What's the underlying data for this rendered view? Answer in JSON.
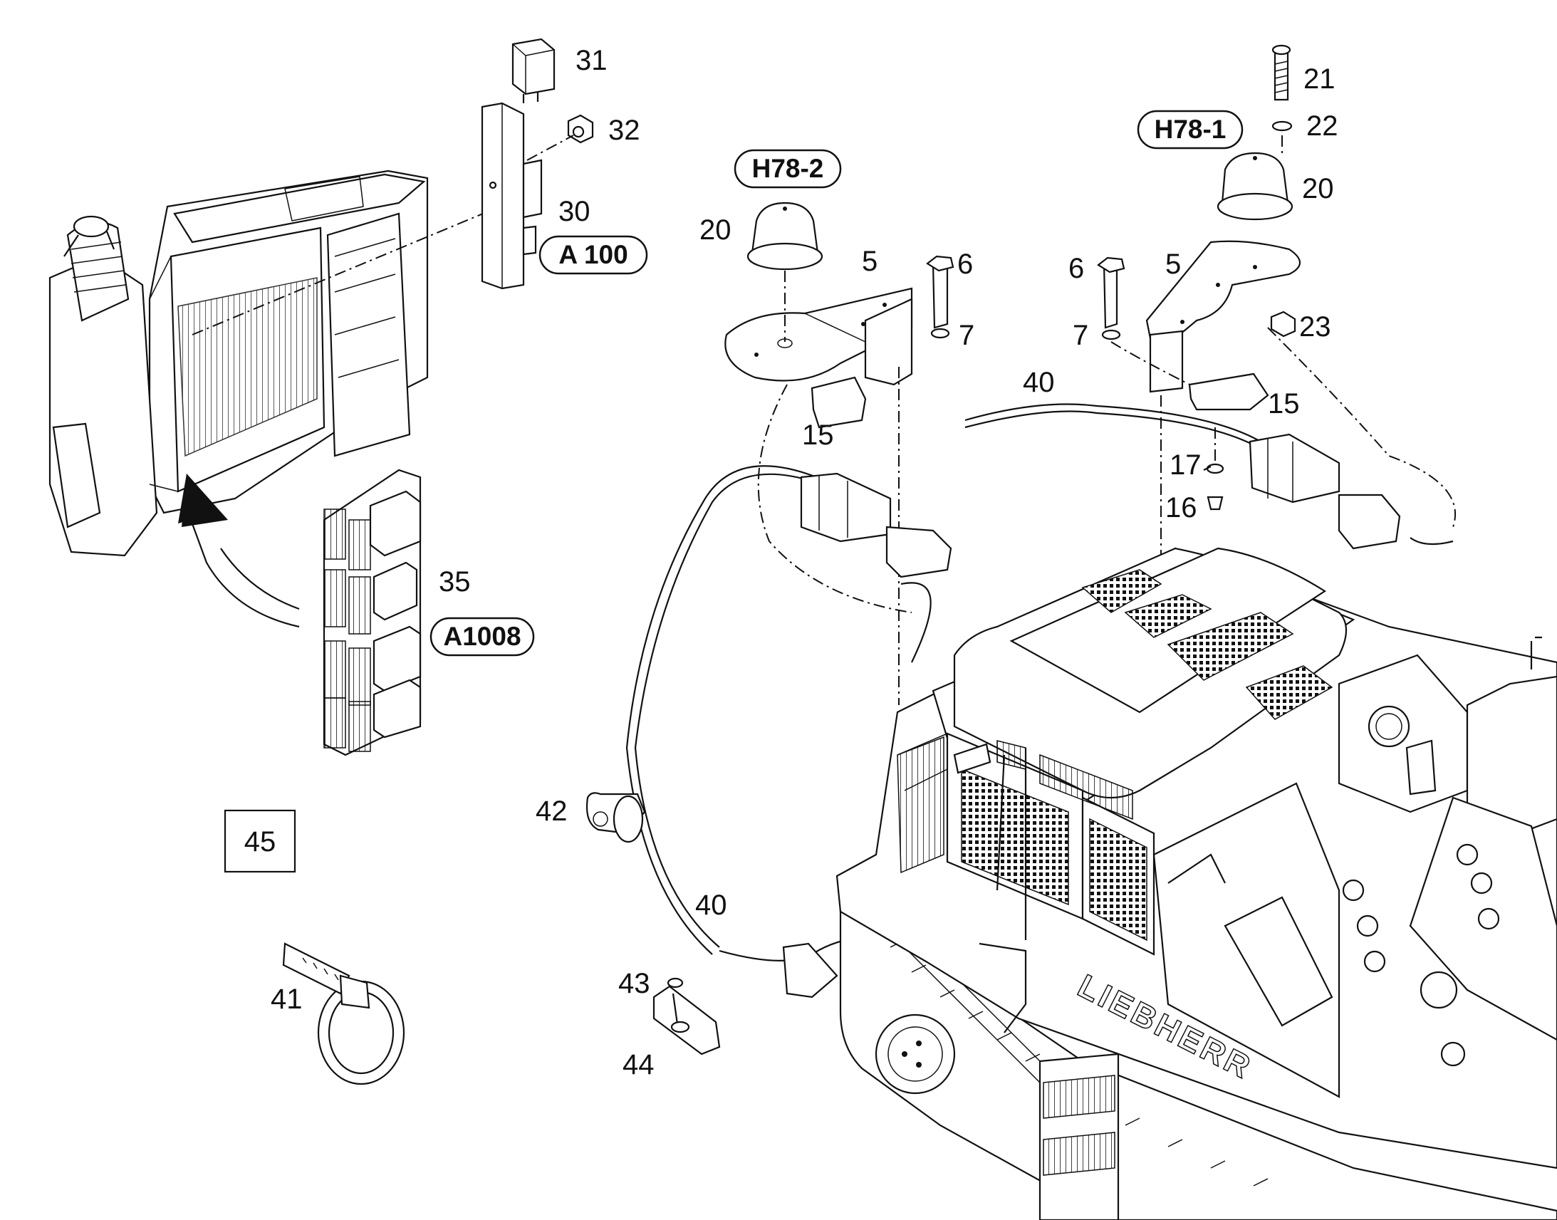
{
  "diagram": {
    "type": "exploded parts diagram",
    "accent_color": "#111111",
    "background_color": "#ffffff",
    "callouts": [
      {
        "id": "31",
        "label": "31"
      },
      {
        "id": "32",
        "label": "32"
      },
      {
        "id": "30",
        "label": "30"
      },
      {
        "id": "21",
        "label": "21"
      },
      {
        "id": "22",
        "label": "22"
      },
      {
        "id": "20a",
        "label": "20"
      },
      {
        "id": "20b",
        "label": "20"
      },
      {
        "id": "5a",
        "label": "5"
      },
      {
        "id": "5b",
        "label": "5"
      },
      {
        "id": "6a",
        "label": "6"
      },
      {
        "id": "6b",
        "label": "6"
      },
      {
        "id": "7a",
        "label": "7"
      },
      {
        "id": "7b",
        "label": "7"
      },
      {
        "id": "23",
        "label": "23"
      },
      {
        "id": "40a",
        "label": "40"
      },
      {
        "id": "40b",
        "label": "40"
      },
      {
        "id": "15a",
        "label": "15"
      },
      {
        "id": "15b",
        "label": "15"
      },
      {
        "id": "17",
        "label": "17"
      },
      {
        "id": "16",
        "label": "16"
      },
      {
        "id": "35",
        "label": "35"
      },
      {
        "id": "42",
        "label": "42"
      },
      {
        "id": "41",
        "label": "41"
      },
      {
        "id": "43",
        "label": "43"
      },
      {
        "id": "44",
        "label": "44"
      }
    ],
    "designations": [
      {
        "id": "a100",
        "label": "A 100"
      },
      {
        "id": "a1008",
        "label": "A1008"
      },
      {
        "id": "h78-1",
        "label": "H78-1"
      },
      {
        "id": "h78-2",
        "label": "H78-2"
      }
    ],
    "boxed_item": {
      "label": "45"
    },
    "brand_lettering": "LIEBHERR"
  }
}
